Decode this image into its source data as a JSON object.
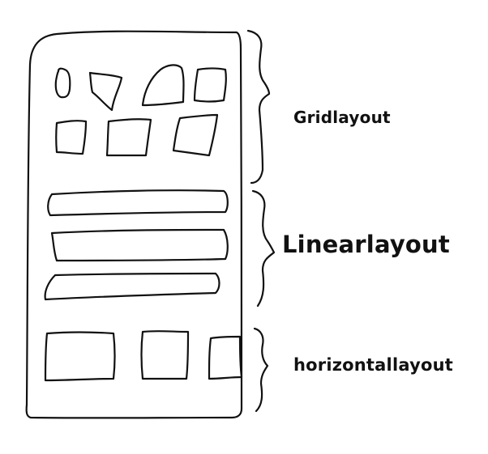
{
  "diagram": {
    "sections": [
      {
        "id": "grid",
        "label": "Gridlayout"
      },
      {
        "id": "linear",
        "label": "Linearlayout"
      },
      {
        "id": "horizontal",
        "label": "horizontallayout"
      }
    ],
    "ink_color": "#111111"
  }
}
